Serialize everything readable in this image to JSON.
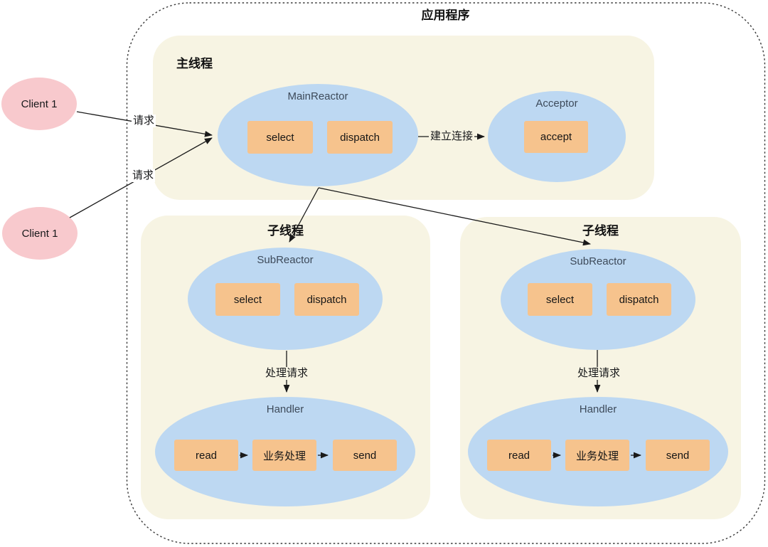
{
  "app": {
    "title": "应用程序"
  },
  "clients": [
    {
      "label": "Client 1"
    },
    {
      "label": "Client 1"
    }
  ],
  "arrow_labels": {
    "request_1": "请求",
    "request_2": "请求",
    "connect": "建立连接"
  },
  "main_thread": {
    "title": "主线程",
    "main_reactor": {
      "label": "MainReactor",
      "select": "select",
      "dispatch": "dispatch"
    },
    "acceptor": {
      "label": "Acceptor",
      "accept": "accept"
    }
  },
  "sub_threads": [
    {
      "title": "子线程",
      "sub_reactor": {
        "label": "SubReactor",
        "select": "select",
        "dispatch": "dispatch"
      },
      "process_label": "处理请求",
      "handler": {
        "label": "Handler",
        "read": "read",
        "business": "业务处理",
        "send": "send"
      }
    },
    {
      "title": "子线程",
      "sub_reactor": {
        "label": "SubReactor",
        "select": "select",
        "dispatch": "dispatch"
      },
      "process_label": "处理请求",
      "handler": {
        "label": "Handler",
        "read": "read",
        "business": "业务处理",
        "send": "send"
      }
    }
  ],
  "colors": {
    "section_bg": "#f7f4e3",
    "ellipse_bg": "#bdd8f2",
    "box_bg": "#f6c38d",
    "client_bg": "#f8c9cd",
    "ellipse_label": "#3d4a5a",
    "line": "#1a1a1a",
    "background": "#ffffff"
  }
}
